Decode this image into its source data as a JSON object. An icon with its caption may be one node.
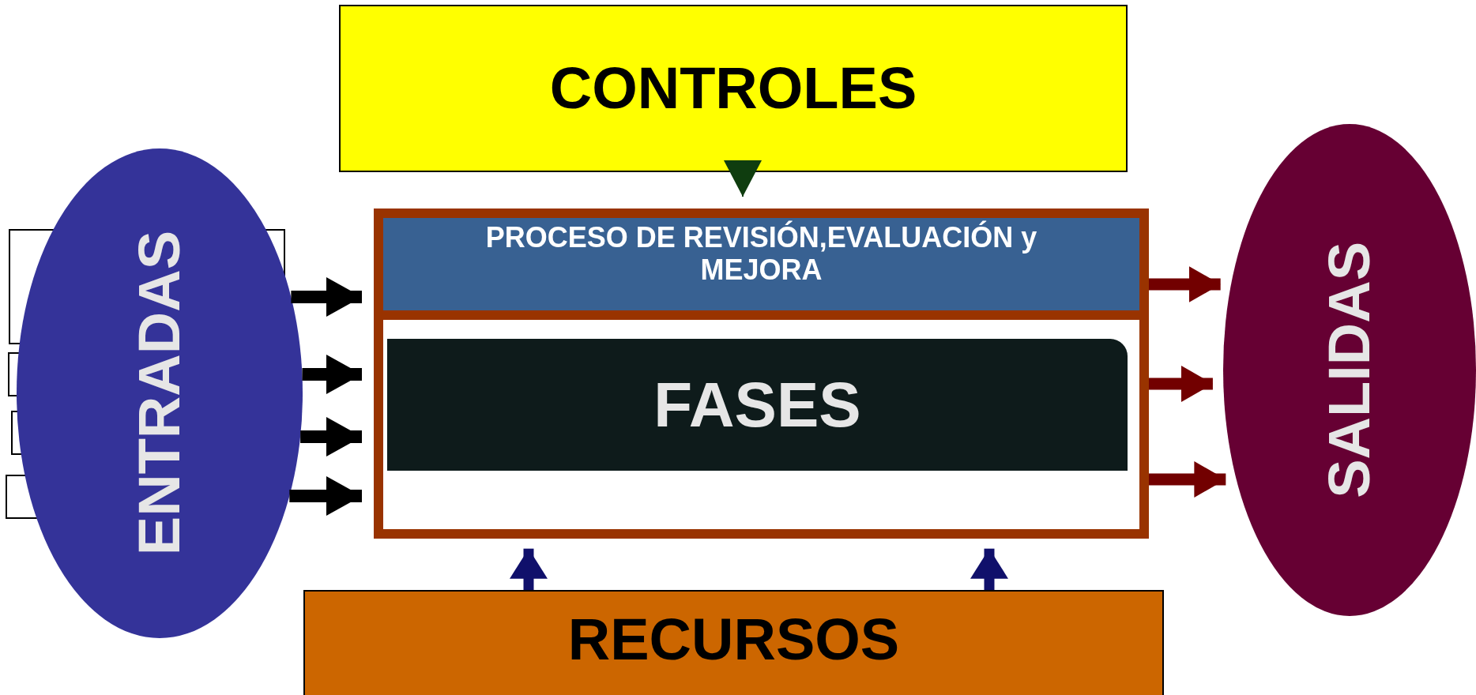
{
  "diagram": {
    "nodes": [
      {
        "text": [
          "CONTROLES"
        ]
      },
      {
        "text": [],
        "shape": "box"
      },
      {
        "text": [
          "PROCESO DE REVISIÓN,EVALUACIÓN y MEJORA"
        ],
        "in": 1
      },
      {
        "text": [
          "FASES"
        ],
        "in": 1
      },
      {
        "text": [
          "ENTRADAS"
        ]
      },
      {
        "text": [
          "SALIDAS"
        ]
      },
      {
        "text": [
          "RECURSOS"
        ]
      }
    ],
    "edges": [
      {
        "from": 0,
        "to": 1,
        "arrow": "to",
        "color": "#0f3d0f"
      },
      {
        "from": 4,
        "to": 1,
        "arrow": "to"
      },
      {
        "from": 4,
        "to": 1,
        "arrow": "to"
      },
      {
        "from": 4,
        "to": 1,
        "arrow": "to"
      },
      {
        "from": 4,
        "to": 1,
        "arrow": "to"
      },
      {
        "from": 1,
        "to": 5,
        "arrow": "to",
        "color": "#720000"
      },
      {
        "from": 1,
        "to": 5,
        "arrow": "to",
        "color": "#720000"
      },
      {
        "from": 1,
        "to": 5,
        "arrow": "to",
        "color": "#720000"
      },
      {
        "from": 6,
        "to": 1,
        "arrow": "to",
        "color": "#10106b"
      },
      {
        "from": 6,
        "to": 1,
        "arrow": "to",
        "color": "#10106b"
      }
    ]
  }
}
